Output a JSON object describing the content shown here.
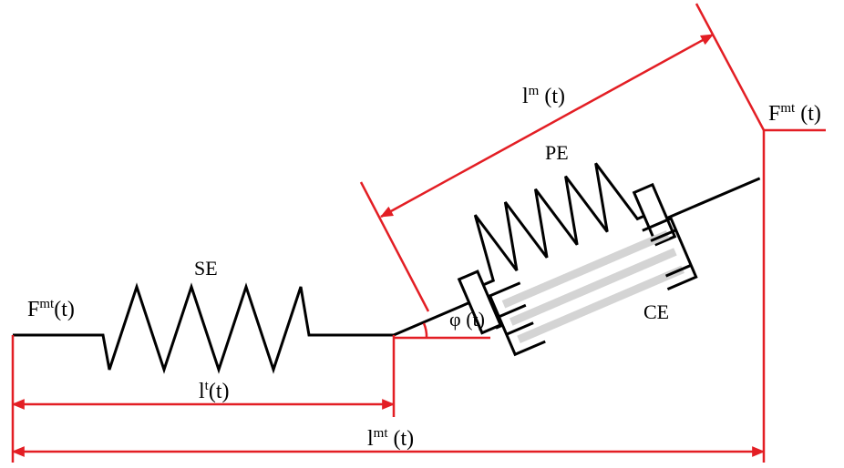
{
  "labels": {
    "f_left": {
      "main": "F",
      "sup": "mt",
      "tail": "(t)"
    },
    "f_right": {
      "main": "F",
      "sup": "mt",
      "tail": " (t)"
    },
    "se": "SE",
    "pe": "PE",
    "ce": "CE",
    "phi": "φ (t)",
    "lm": {
      "main": "l",
      "sup": "m",
      "tail": " (t)"
    },
    "lt": {
      "main": "l",
      "sup": "t",
      "tail": "(t)"
    },
    "lmt": {
      "main": "l",
      "sup": "mt",
      "tail": " (t)"
    }
  },
  "colors": {
    "line": "#000000",
    "measure": "#e31e24",
    "filament": "#d4d4d4"
  }
}
